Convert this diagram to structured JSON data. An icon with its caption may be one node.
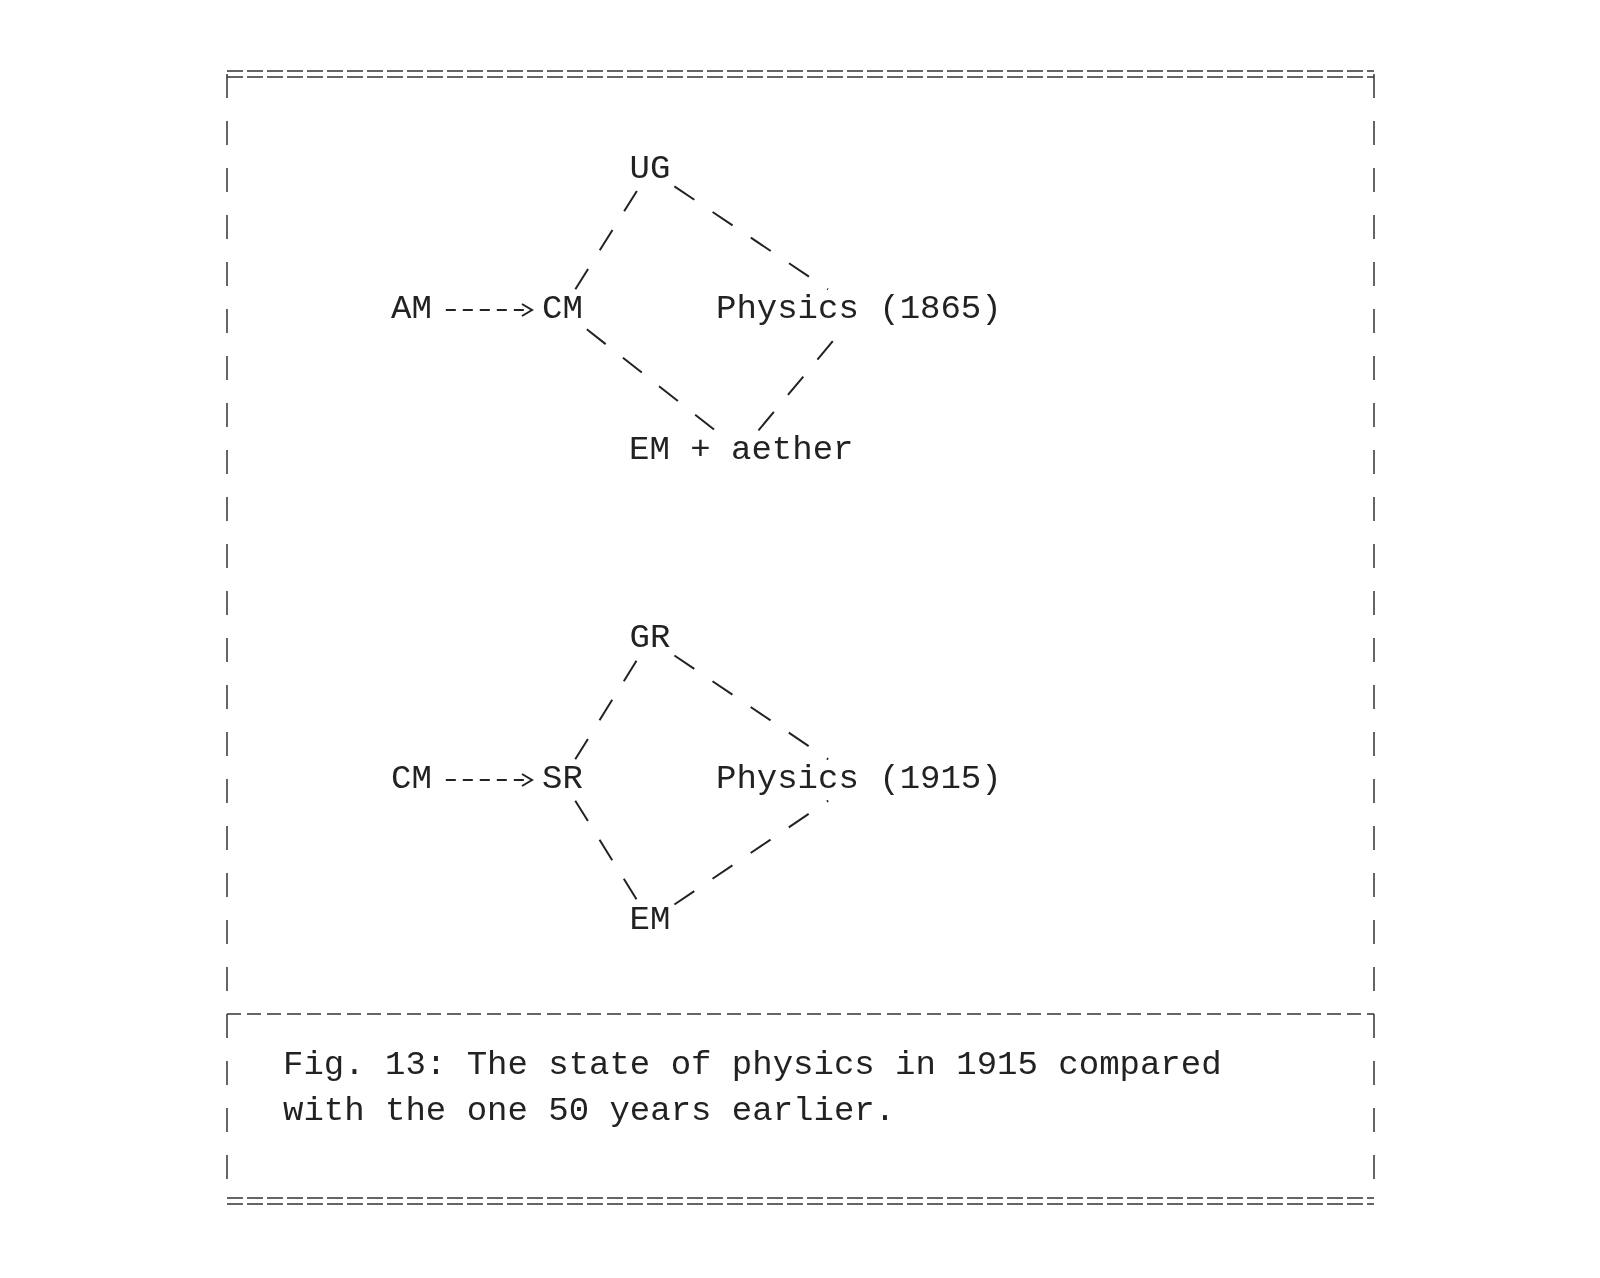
{
  "diagram": {
    "caption": "Fig. 13: The state of physics in 1915 compared with the one 50 years earlier.",
    "nodes": [
      {
        "text": [
          "UG"
        ]
      },
      {
        "text": [
          "AM"
        ]
      },
      {
        "text": [
          "CM"
        ]
      },
      {
        "text": [
          "Physics (1865)"
        ]
      },
      {
        "text": [
          "EM + aether"
        ]
      },
      {
        "text": [
          "GR"
        ]
      },
      {
        "text": [
          "CM"
        ]
      },
      {
        "text": [
          "SR"
        ]
      },
      {
        "text": [
          "Physics (1915)"
        ]
      },
      {
        "text": [
          "EM"
        ]
      }
    ],
    "edges": [
      {
        "from": 1,
        "to": 2,
        "arrow": "to"
      },
      {
        "from": 2,
        "to": 0,
        "arrow": "none"
      },
      {
        "from": 0,
        "to": 3,
        "arrow": "none"
      },
      {
        "from": 2,
        "to": 4,
        "arrow": "none"
      },
      {
        "from": 4,
        "to": 3,
        "arrow": "none"
      },
      {
        "from": 6,
        "to": 7,
        "arrow": "to"
      },
      {
        "from": 7,
        "to": 5,
        "arrow": "none"
      },
      {
        "from": 5,
        "to": 8,
        "arrow": "none"
      },
      {
        "from": 7,
        "to": 9,
        "arrow": "none"
      },
      {
        "from": 9,
        "to": 8,
        "arrow": "none"
      }
    ]
  }
}
